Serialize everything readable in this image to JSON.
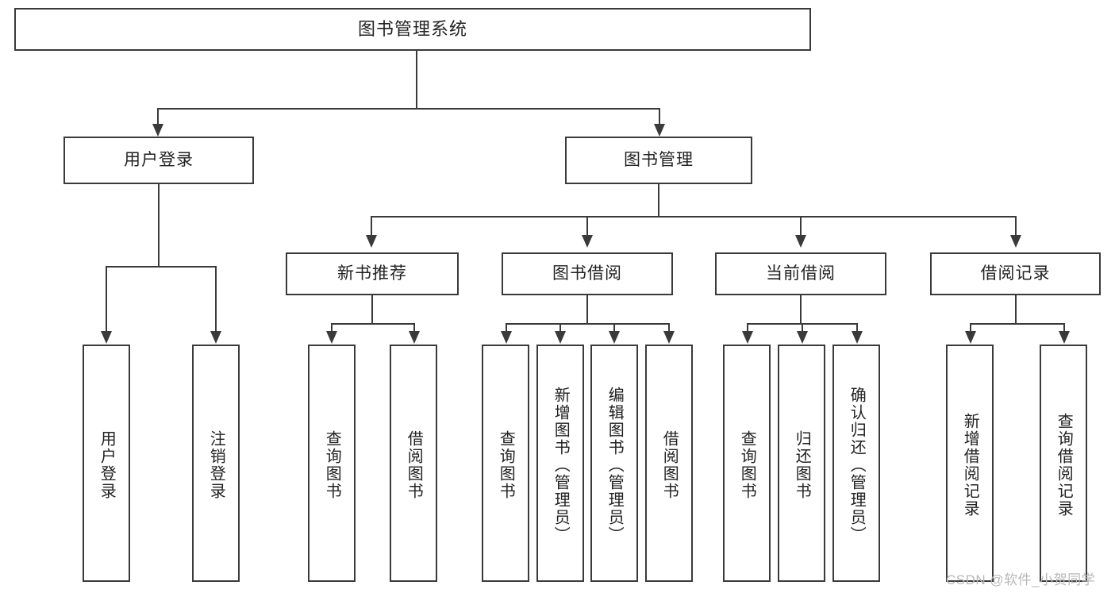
{
  "diagram": {
    "title": "图书管理系统",
    "type": "hierarchy-tree",
    "root": {
      "label": "图书管理系统"
    },
    "level1": [
      {
        "label": "用户登录"
      },
      {
        "label": "图书管理"
      }
    ],
    "level2": [
      {
        "label": "新书推荐"
      },
      {
        "label": "图书借阅"
      },
      {
        "label": "当前借阅"
      },
      {
        "label": "借阅记录"
      }
    ],
    "leaves": {
      "user_login": [
        {
          "label": "用户登录"
        },
        {
          "label": "注销登录"
        }
      ],
      "new_book_recommend": [
        {
          "label": "查询图书"
        },
        {
          "label": "借阅图书"
        }
      ],
      "book_borrow": [
        {
          "label": "查询图书"
        },
        {
          "label": "新增图书（管理员）"
        },
        {
          "label": "编辑图书（管理员）"
        },
        {
          "label": "借阅图书"
        }
      ],
      "current_borrow": [
        {
          "label": "查询图书"
        },
        {
          "label": "归还图书"
        },
        {
          "label": "确认归还（管理员）"
        }
      ],
      "borrow_record": [
        {
          "label": "新增借阅记录"
        },
        {
          "label": "查询借阅记录"
        }
      ]
    }
  },
  "watermark": {
    "text": "CSDN @软件_小贺同学"
  },
  "colors": {
    "stroke": "#3a3a3a",
    "text": "#222222",
    "background": "#ffffff",
    "watermark": "#b8b8b8"
  }
}
